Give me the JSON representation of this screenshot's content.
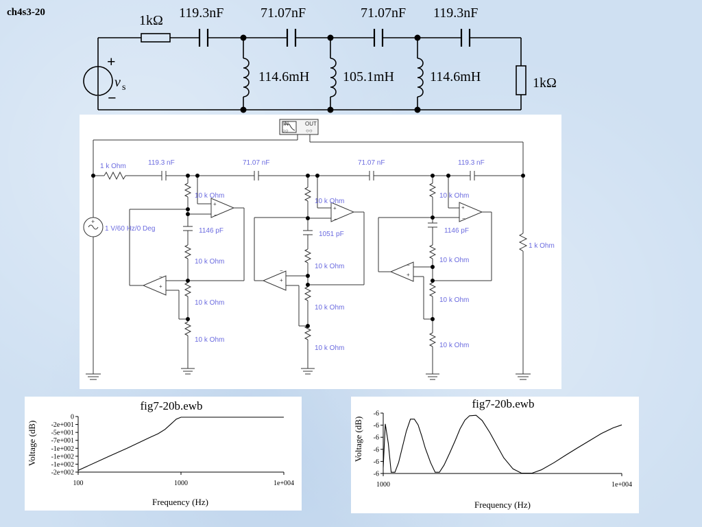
{
  "slide_title": "ch4s3-20",
  "top_circuit": {
    "r1": "1kΩ",
    "c1": "119.3nF",
    "c2": "71.07nF",
    "c3": "71.07nF",
    "c4": "119.3nF",
    "l1": "114.6mH",
    "l2": "105.1mH",
    "l3": "114.6mH",
    "r2": "1kΩ",
    "source_plus": "+",
    "source_minus": "−",
    "source_label": "v",
    "source_sub": "s"
  },
  "schematic": {
    "plotter_in": "IN",
    "plotter_out": "OUT",
    "r_source": "1 k Ohm",
    "c1": "119.3 nF",
    "c2": "71.07 nF",
    "c3": "71.07 nF",
    "c4": "119.3 nF",
    "source": "1 V/60 Hz/0 Deg",
    "r_load": "1 k Ohm",
    "gic1": {
      "r1": "10 k Ohm",
      "cap": "1146 pF",
      "r2": "10 k Ohm",
      "r3": "10 k Ohm",
      "r4": "10 k Ohm"
    },
    "gic2": {
      "r1": "10 k Ohm",
      "cap": "1051 pF",
      "r2": "10 k Ohm",
      "r3": "10 k Ohm",
      "r4": "10 k Ohm"
    },
    "gic3": {
      "r1": "10 k Ohm",
      "cap": "1146 pF",
      "r2": "10 k Ohm",
      "r3": "10 k Ohm",
      "r4": "10 k Ohm"
    }
  },
  "chart_data": [
    {
      "type": "line",
      "title": "fig7-20b.ewb",
      "xlabel": "Frequency (Hz)",
      "ylabel": "Voltage (dB)",
      "xscale": "log",
      "xlim": [
        100,
        10000
      ],
      "x_ticks": [
        "100",
        "1000",
        "1e+004"
      ],
      "y_ticks": [
        "0",
        "-2e+001",
        "-5e+001",
        "-7e+001",
        "-1e+002",
        "-1e+002",
        "-1e+002",
        "-2e+002"
      ],
      "ylim": [
        -165,
        0
      ],
      "x": [
        100,
        200,
        300,
        400,
        500,
        600,
        700,
        800,
        900,
        1000,
        2000,
        5000,
        10000
      ],
      "y": [
        -160,
        -118,
        -94,
        -76,
        -62,
        -51,
        -38,
        -22,
        -8,
        -2,
        -2,
        -2,
        -2
      ]
    },
    {
      "type": "line",
      "title": "fig7-20b.ewb",
      "xlabel": "Frequency (Hz)",
      "ylabel": "Voltage (dB)",
      "xscale": "log",
      "xlim": [
        1000,
        10000
      ],
      "x_ticks": [
        "1000",
        "1e+004"
      ],
      "y_ticks": [
        "-6",
        "-6",
        "-6",
        "-6",
        "-6",
        "-6"
      ],
      "ylim": [
        -6.0625,
        -5.9375
      ],
      "x": [
        1000,
        1020,
        1050,
        1080,
        1120,
        1160,
        1200,
        1250,
        1300,
        1350,
        1400,
        1450,
        1500,
        1580,
        1650,
        1720,
        1800,
        1900,
        2000,
        2100,
        2200,
        2300,
        2450,
        2600,
        2800,
        3000,
        3200,
        3500,
        3800,
        4200,
        4600,
        5200,
        5800,
        6500,
        7300,
        8200,
        9200,
        10000
      ],
      "y": [
        -6.05,
        -5.96,
        -6.0,
        -6.06,
        -6.06,
        -6.04,
        -6.01,
        -5.975,
        -5.95,
        -5.95,
        -5.962,
        -5.985,
        -6.01,
        -6.04,
        -6.06,
        -6.06,
        -6.045,
        -6.02,
        -5.995,
        -5.97,
        -5.952,
        -5.943,
        -5.942,
        -5.953,
        -5.978,
        -6.005,
        -6.03,
        -6.053,
        -6.062,
        -6.062,
        -6.055,
        -6.04,
        -6.025,
        -6.01,
        -5.995,
        -5.98,
        -5.968,
        -5.962
      ]
    }
  ]
}
